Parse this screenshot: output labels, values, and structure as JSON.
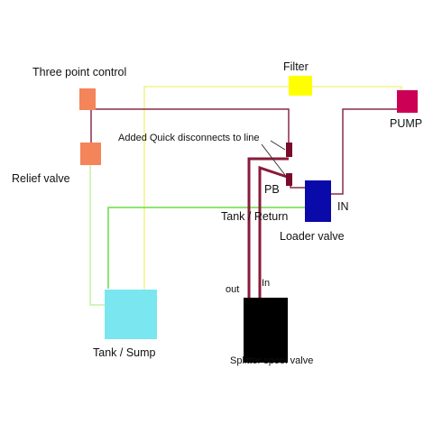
{
  "labels": {
    "three_point_control": "Three point control",
    "filter": "Filter",
    "pump": "PUMP",
    "quick_disconnects": "Added Quick disconnects to line",
    "relief_valve": "Relief valve",
    "pb": "PB",
    "in_loader": "IN",
    "tank_return": "Tank / Return",
    "loader_valve": "Loader valve",
    "out": "out",
    "in_spool": "In",
    "tank_sump": "Tank / Sump",
    "splitter_spool_valve": "Splitter spool valve"
  },
  "colors": {
    "three_point_control": "#f4845a",
    "relief_valve": "#f4845a",
    "filter": "#ffff00",
    "pump": "#cc0055",
    "loader_valve": "#0a0aaa",
    "tank_sump": "#7ae6f0",
    "splitter_spool_valve": "#000000",
    "quick_disconnect": "#7a0a2a",
    "line_pressure": "#8a2a4a",
    "line_return": "#66dd44",
    "line_filter": "#f2f28c",
    "line_relief": "#c8f0a0",
    "line_main": "#8a1a3a"
  }
}
